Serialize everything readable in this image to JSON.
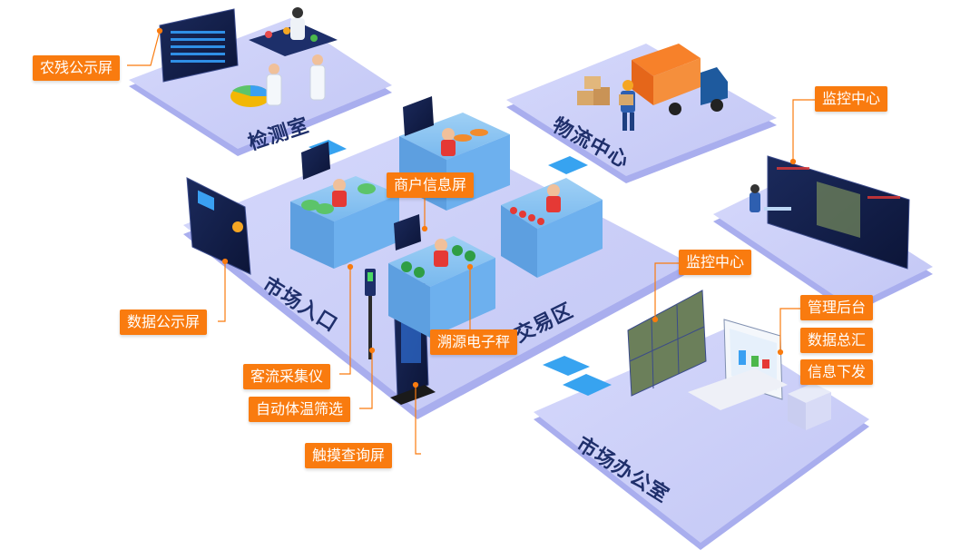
{
  "areas": {
    "lab": "检测室",
    "logistics": "物流中心",
    "entrance": "市场入口",
    "trading": "交易区",
    "office": "市场办公室"
  },
  "tags": {
    "pesticide_screen": "农残公示屏",
    "monitor_center_1": "监控中心",
    "merchant_screen": "商户信息屏",
    "data_screen": "数据公示屏",
    "monitor_center_2": "监控中心",
    "management_backend": "管理后台",
    "data_summary": "数据总汇",
    "info_dispatch": "信息下发",
    "trace_scale": "溯源电子秤",
    "traffic_counter": "客流采集仪",
    "temp_screening": "自动体温筛选",
    "touch_query": "触摸查询屏"
  },
  "colors": {
    "tag_bg": "#f97b0f",
    "platform_top": "#c9cdf7",
    "platform_side": "#a9aeee",
    "label_text": "#1f2f6b"
  }
}
